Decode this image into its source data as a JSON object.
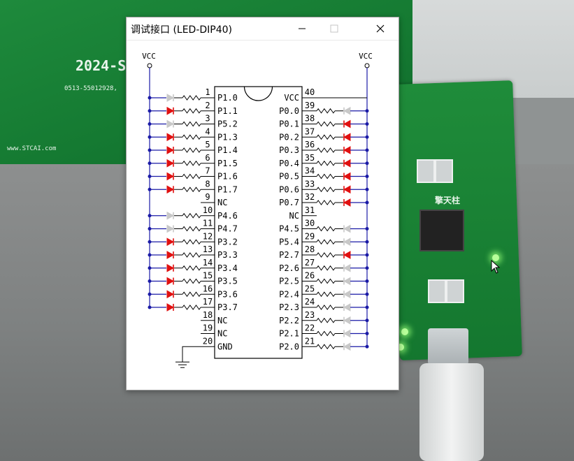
{
  "window": {
    "title": "调试接口 (LED-DIP40)",
    "controls": {
      "minimize": "minimize",
      "maximize": "maximize",
      "close": "close"
    }
  },
  "diagram": {
    "vcc_left": "VCC",
    "vcc_right": "VCC",
    "left_pins": [
      {
        "num": "1",
        "label": "P1.0",
        "led": "grey"
      },
      {
        "num": "2",
        "label": "P1.1",
        "led": "red"
      },
      {
        "num": "3",
        "label": "P5.2",
        "led": "grey"
      },
      {
        "num": "4",
        "label": "P1.3",
        "led": "red"
      },
      {
        "num": "5",
        "label": "P1.4",
        "led": "red"
      },
      {
        "num": "6",
        "label": "P1.5",
        "led": "red"
      },
      {
        "num": "7",
        "label": "P1.6",
        "led": "red"
      },
      {
        "num": "8",
        "label": "P1.7",
        "led": "red"
      },
      {
        "num": "9",
        "label": "NC",
        "led": "none"
      },
      {
        "num": "10",
        "label": "P4.6",
        "led": "grey"
      },
      {
        "num": "11",
        "label": "P4.7",
        "led": "grey"
      },
      {
        "num": "12",
        "label": "P3.2",
        "led": "red"
      },
      {
        "num": "13",
        "label": "P3.3",
        "led": "red"
      },
      {
        "num": "14",
        "label": "P3.4",
        "led": "red"
      },
      {
        "num": "15",
        "label": "P3.5",
        "led": "red"
      },
      {
        "num": "16",
        "label": "P3.6",
        "led": "red"
      },
      {
        "num": "17",
        "label": "P3.7",
        "led": "red"
      },
      {
        "num": "18",
        "label": "NC",
        "led": "none"
      },
      {
        "num": "19",
        "label": "NC",
        "led": "none"
      },
      {
        "num": "20",
        "label": "GND",
        "led": "gnd"
      }
    ],
    "right_pins": [
      {
        "num": "40",
        "label": "VCC",
        "led": "vcc"
      },
      {
        "num": "39",
        "label": "P0.0",
        "led": "grey"
      },
      {
        "num": "38",
        "label": "P0.1",
        "led": "red"
      },
      {
        "num": "37",
        "label": "P0.2",
        "led": "red"
      },
      {
        "num": "36",
        "label": "P0.3",
        "led": "red"
      },
      {
        "num": "35",
        "label": "P0.4",
        "led": "red"
      },
      {
        "num": "34",
        "label": "P0.5",
        "led": "red"
      },
      {
        "num": "33",
        "label": "P0.6",
        "led": "red"
      },
      {
        "num": "32",
        "label": "P0.7",
        "led": "red"
      },
      {
        "num": "31",
        "label": "NC",
        "led": "none"
      },
      {
        "num": "30",
        "label": "P4.5",
        "led": "grey"
      },
      {
        "num": "29",
        "label": "P5.4",
        "led": "grey"
      },
      {
        "num": "28",
        "label": "P2.7",
        "led": "red"
      },
      {
        "num": "27",
        "label": "P2.6",
        "led": "grey"
      },
      {
        "num": "26",
        "label": "P2.5",
        "led": "grey"
      },
      {
        "num": "25",
        "label": "P2.4",
        "led": "grey"
      },
      {
        "num": "24",
        "label": "P2.3",
        "led": "grey"
      },
      {
        "num": "23",
        "label": "P2.2",
        "led": "grey"
      },
      {
        "num": "22",
        "label": "P2.1",
        "led": "grey"
      },
      {
        "num": "21",
        "label": "P2.0",
        "led": "grey"
      }
    ],
    "colors": {
      "wire": "#1a1aa6",
      "led_on": "#e01010",
      "led_off": "#c8c8c8",
      "outline": "#000000"
    }
  },
  "background": {
    "board_top_text": "2024-S",
    "board_top_small": "0513-55012928,",
    "board_top_site": "www.STCAI.com",
    "board_right_text": "擎天柱"
  }
}
